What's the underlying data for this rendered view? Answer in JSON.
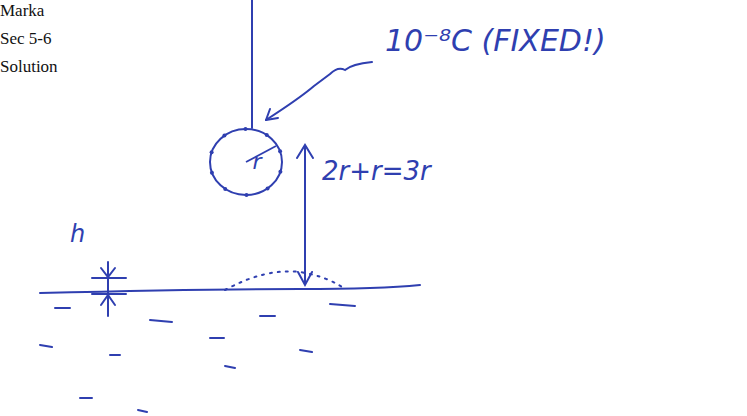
{
  "diagram": {
    "nodes": [
      {
        "text": [
          "r"
        ]
      }
    ],
    "labels": [
      "Marka",
      "Sec 5-6",
      "Solution",
      "10⁻⁸C (FIXED!)",
      "h",
      "2r+r=3r"
    ]
  }
}
